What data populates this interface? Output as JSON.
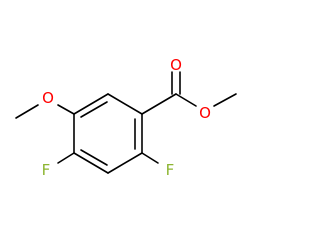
{
  "molecule": {
    "atoms": [
      {
        "id": "c_ester",
        "element": "C",
        "label": ""
      },
      {
        "id": "o_carbonyl",
        "element": "O",
        "label": "O",
        "color": "#ff0000"
      },
      {
        "id": "o_ester",
        "element": "O",
        "label": "O",
        "color": "#ff0000"
      },
      {
        "id": "c_methyl_ester",
        "element": "C",
        "label": ""
      },
      {
        "id": "o_methoxy",
        "element": "O",
        "label": "O",
        "color": "#ff0000"
      },
      {
        "id": "c_methyl_methoxy",
        "element": "C",
        "label": ""
      },
      {
        "id": "f_4",
        "element": "F",
        "label": "F",
        "color": "#8db531"
      },
      {
        "id": "f_2",
        "element": "F",
        "label": "F",
        "color": "#8db531"
      }
    ],
    "colors": {
      "bond": "#000000",
      "oxygen": "#ff0000",
      "fluorine": "#8db531"
    }
  }
}
